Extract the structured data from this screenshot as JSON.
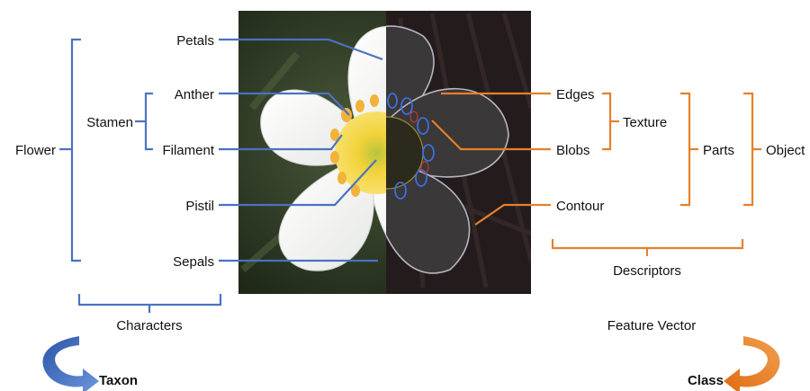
{
  "colors": {
    "blue": "#4a72c2",
    "orange": "#e7802a",
    "photo_bg": "#2a3322"
  },
  "left": {
    "flower": "Flower",
    "stamen": "Stamen",
    "petals": "Petals",
    "anther": "Anther",
    "filament": "Filament",
    "pistil": "Pistil",
    "sepals": "Sepals",
    "characters": "Characters",
    "taxon": "Taxon"
  },
  "right": {
    "edges": "Edges",
    "blobs": "Blobs",
    "contour": "Contour",
    "texture": "Texture",
    "parts": "Parts",
    "object": "Object",
    "descriptors": "Descriptors",
    "feature_vector": "Feature Vector",
    "class": "Class"
  },
  "icons": {
    "left_arrow": "curved-arrow-down-right-icon",
    "right_arrow": "curved-arrow-down-left-icon"
  }
}
